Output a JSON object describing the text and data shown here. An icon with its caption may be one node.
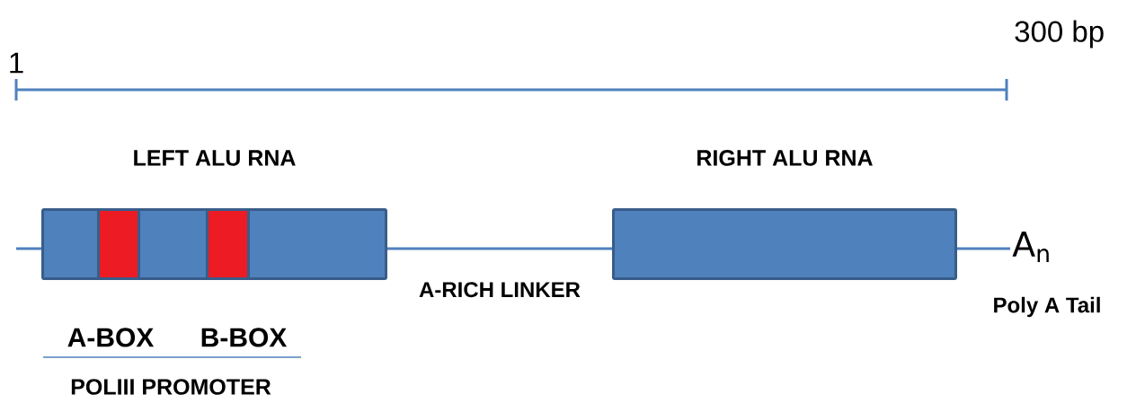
{
  "diagram": {
    "nodes": [
      {
        "text": [
          "LEFT ALU  RNA"
        ]
      },
      {
        "text": [],
        "shape": "box",
        "in": 0
      },
      {
        "text": [],
        "shape": "box",
        "in": 0
      },
      {
        "text": [
          "RIGHT ALU  RNA"
        ]
      },
      {
        "text": [
          "A$_{n}$"
        ],
        "beside": [
          "Poly A Tail"
        ]
      }
    ],
    "edges": [
      {
        "from": null,
        "to": 0,
        "arrow": "none"
      },
      {
        "from": 0,
        "to": 3,
        "arrow": "none",
        "label": "A-RICH LINKER"
      },
      {
        "from": 3,
        "to": 4,
        "arrow": "none"
      }
    ],
    "labels": [
      "1",
      "300 bp",
      "A-BOX",
      "B-BOX",
      "POLIII PROMOTER"
    ]
  }
}
